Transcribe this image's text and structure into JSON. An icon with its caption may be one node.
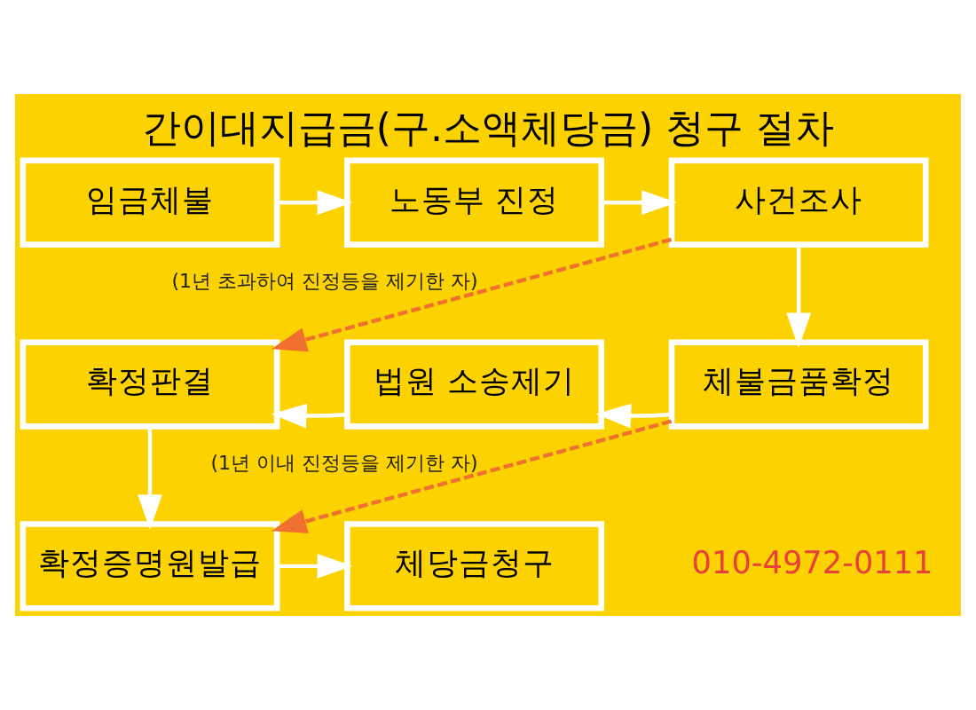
{
  "diagram": {
    "title": "간이대지급금(구.소액체당금) 청구 절차",
    "nodes": [
      {
        "text": [
          "임금체불"
        ]
      },
      {
        "text": [
          "노동부 진정"
        ]
      },
      {
        "text": [
          "사건조사"
        ]
      },
      {
        "text": [
          "확정판결"
        ]
      },
      {
        "text": [
          "법원 소송제기"
        ]
      },
      {
        "text": [
          "체불금품확정"
        ]
      },
      {
        "text": [
          "확정증명원발급"
        ]
      },
      {
        "text": [
          "체당금청구"
        ]
      }
    ],
    "edges": [
      {
        "from": 0,
        "to": 1,
        "arrow": "to"
      },
      {
        "from": 1,
        "to": 2,
        "arrow": "to"
      },
      {
        "from": 2,
        "to": 5,
        "arrow": "to"
      },
      {
        "from": 5,
        "to": 4,
        "arrow": "to"
      },
      {
        "from": 4,
        "to": 3,
        "arrow": "to"
      },
      {
        "from": 3,
        "to": 6,
        "arrow": "to"
      },
      {
        "from": 6,
        "to": 7,
        "arrow": "to"
      },
      {
        "from": 2,
        "to": 3,
        "arrow": "to",
        "label": "(1년 초과하여 진정등을 제기한 자)",
        "style": "dashed",
        "color": "#f07030"
      },
      {
        "from": 5,
        "to": 6,
        "arrow": "to",
        "label": "(1년 이내 진정등을 제기한 자)",
        "style": "dashed",
        "color": "#f07030"
      }
    ],
    "labels": [
      "010-4972-0111"
    ]
  }
}
